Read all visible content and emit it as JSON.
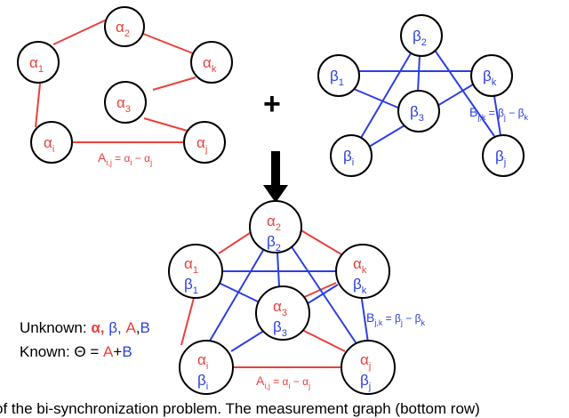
{
  "colors": {
    "alpha": "#e8413c",
    "beta": "#2b3fe0",
    "node_border": "#000000"
  },
  "top_left_graph": {
    "nodes": {
      "a2": {
        "sym": "α",
        "sub": "2"
      },
      "a1": {
        "sym": "α",
        "sub": "1"
      },
      "ak": {
        "sym": "α",
        "sub": "k"
      },
      "a3": {
        "sym": "α",
        "sub": "3"
      },
      "ai": {
        "sym": "α",
        "sub": "i"
      },
      "aj": {
        "sym": "α",
        "sub": "j"
      }
    },
    "edge_label": {
      "A": "A",
      "sub": "i,j",
      "rest1": " = α",
      "s1": "i",
      "minus": " − α",
      "s2": "j"
    }
  },
  "plus_sign": "+",
  "top_right_graph": {
    "nodes": {
      "b2": {
        "sym": "β",
        "sub": "2"
      },
      "b1": {
        "sym": "β",
        "sub": "1"
      },
      "bk": {
        "sym": "β",
        "sub": "k"
      },
      "b3": {
        "sym": "β",
        "sub": "3"
      },
      "bi": {
        "sym": "β",
        "sub": "i"
      },
      "bj": {
        "sym": "β",
        "sub": "j"
      }
    },
    "edge_label": {
      "B": "B",
      "sub": "j,k",
      "rest1": " = β",
      "s1": "j",
      "minus": " − β",
      "s2": "k"
    }
  },
  "bottom_graph": {
    "nodes": {
      "n2": {
        "a": "α",
        "as": "2",
        "b": "β",
        "bs": "2"
      },
      "n1": {
        "a": "α",
        "as": "1",
        "b": "β",
        "bs": "1"
      },
      "nk": {
        "a": "α",
        "as": "k",
        "b": "β",
        "bs": "k"
      },
      "n3": {
        "a": "α",
        "as": "3",
        "b": "β",
        "bs": "3"
      },
      "ni": {
        "a": "α",
        "as": "i",
        "b": "β",
        "bs": "i"
      },
      "nj": {
        "a": "α",
        "as": "j",
        "b": "β",
        "bs": "j"
      }
    },
    "edge_label_b": {
      "B": "B",
      "sub": "j,k",
      "rest1": " = β",
      "s1": "j",
      "minus": " − β",
      "s2": "k"
    },
    "edge_label_a": {
      "A": "A",
      "sub": "i,j",
      "rest1": " = α",
      "s1": "i",
      "minus": " − α",
      "s2": "j"
    }
  },
  "legend": {
    "unknown_label": "Unknown: ",
    "unknown_alpha": "α,",
    "unknown_beta": " β,",
    "unknown_A": " A",
    "unknown_comma": ",",
    "unknown_B": "B",
    "known_label": "Known: Θ = ",
    "known_A": "A",
    "known_plus": "+",
    "known_B": "B"
  },
  "caption": "of the bi-synchronization problem. The measurement graph (bottom row)"
}
